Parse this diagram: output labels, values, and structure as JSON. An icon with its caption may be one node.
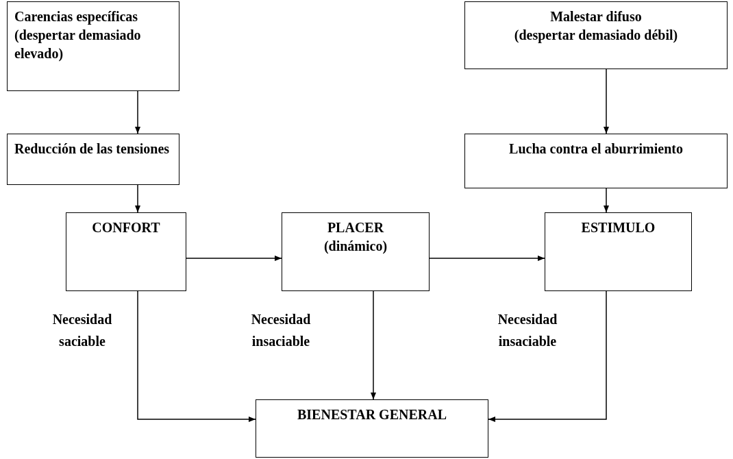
{
  "diagram": {
    "nodes": [
      {
        "text": [
          "Carencias específicas",
          "(despertar demasiado elevado)"
        ]
      },
      {
        "text": [
          "Malestar difuso",
          "(despertar demasiado débil)"
        ]
      },
      {
        "text": [
          "Reducción de las tensiones"
        ]
      },
      {
        "text": [
          "Lucha contra el aburrimiento"
        ]
      },
      {
        "text": [
          "CONFORT"
        ]
      },
      {
        "text": [
          "PLACER",
          "(dinámico)"
        ]
      },
      {
        "text": [
          "ESTIMULO"
        ]
      },
      {
        "text": [
          "BIENESTAR GENERAL"
        ]
      }
    ],
    "edges": [
      {
        "from": 0,
        "to": 2,
        "arrow": "to"
      },
      {
        "from": 1,
        "to": 3,
        "arrow": "to"
      },
      {
        "from": 2,
        "to": 4,
        "arrow": "to"
      },
      {
        "from": 3,
        "to": 6,
        "arrow": "to"
      },
      {
        "from": 4,
        "to": 5,
        "arrow": "to"
      },
      {
        "from": 5,
        "to": 6,
        "arrow": "to"
      },
      {
        "from": 4,
        "to": 7,
        "arrow": "to"
      },
      {
        "from": 5,
        "to": 7,
        "arrow": "to"
      },
      {
        "from": 6,
        "to": 7,
        "arrow": "to"
      }
    ],
    "labels": [
      "Necesidad saciable",
      "Necesidad insaciable",
      "Necesidad insaciable"
    ]
  }
}
